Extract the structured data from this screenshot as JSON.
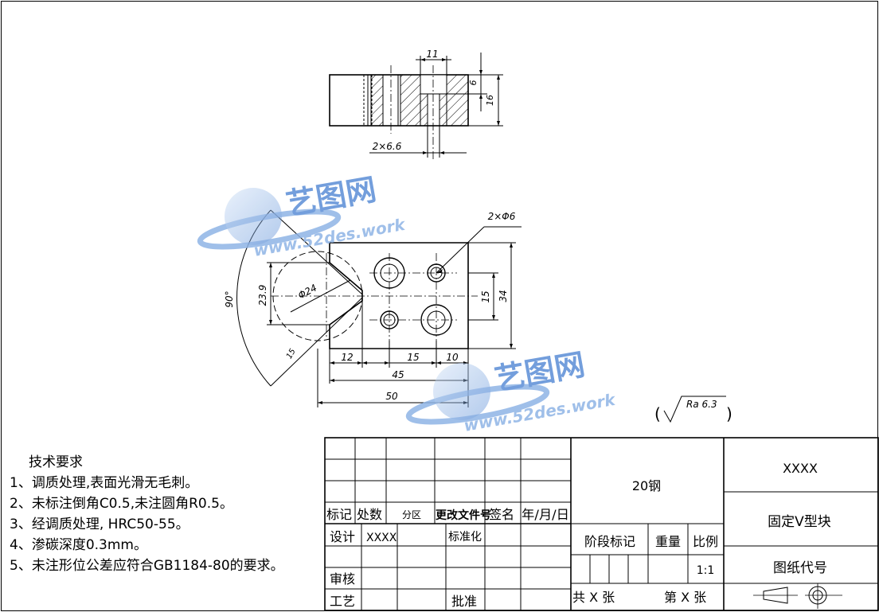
{
  "drawing": {
    "top_view": {
      "dim_width": "11",
      "dim_depth": "6",
      "dim_height": "16",
      "dim_holes": "2×6.6"
    },
    "front_view": {
      "dim_holes": "2×Φ6",
      "dim_diameter": "Φ24",
      "dim_angle": "90°",
      "dim_height_v": "23.9",
      "dim_hole_spacing_v": "15",
      "dim_total_height": "34",
      "dim_small": "15",
      "dim_x1": "12",
      "dim_x2": "15",
      "dim_x3": "10",
      "dim_45": "45",
      "dim_50": "50"
    },
    "roughness": {
      "open": "(",
      "value": "Ra 6.3",
      "close": ")"
    },
    "watermark": {
      "name": "艺图网",
      "url": "www.52des.work"
    }
  },
  "tech_requirements": {
    "title": "技术要求",
    "items": [
      "1、调质处理,表面光滑无毛刺。",
      "2、未标注倒角C0.5,未注圆角R0.5。",
      "3、经调质处理, HRC50-55。",
      "4、渗碳深度0.3mm。",
      "5、未注形位公差应符合GB1184-80的要求。"
    ]
  },
  "title_block": {
    "material": "20钢",
    "company": "XXXX",
    "part_name": "固定V型块",
    "drawing_code": "图纸代号",
    "marks": "标记",
    "count": "处数",
    "zone": "分区",
    "change_doc": "更改文件号",
    "signature": "签名",
    "date": "年/月/日",
    "design": "设计",
    "designer": "XXXX",
    "standardize": "标准化",
    "review": "审核",
    "process": "工艺",
    "approve": "批准",
    "stage_mark": "阶段标记",
    "weight": "重量",
    "scale_label": "比例",
    "scale": "1:1",
    "sheets_total": "共 X 张",
    "sheet_no": "第 X 张"
  }
}
